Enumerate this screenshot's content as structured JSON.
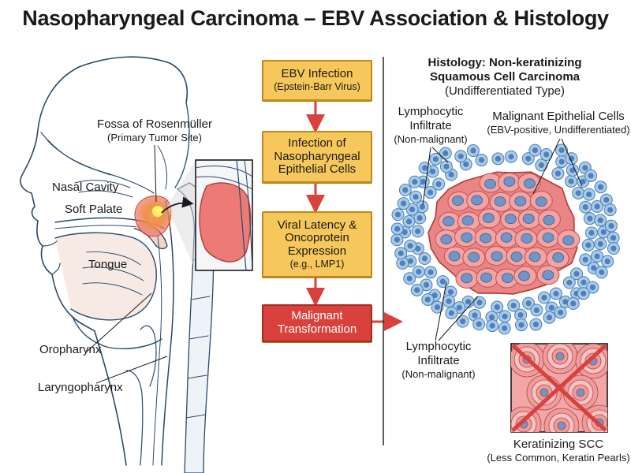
{
  "title": "Nasopharyngeal Carcinoma – EBV Association & Histology",
  "anatomy": {
    "fossa_label": "Fossa of Rosenmüller",
    "fossa_sub": "(Primary Tumor Site)",
    "nasal_cavity": "Nasal Cavity",
    "soft_palate": "Soft Palate",
    "tongue": "Tongue",
    "oropharynx": "Oropharynx",
    "laryngopharynx": "Laryngopharynx"
  },
  "flow": {
    "steps": [
      {
        "line1": "EBV Infection",
        "line2": "(Epstein-Barr Virus)"
      },
      {
        "line1": "Infection of Nasopharyngeal Epithelial Cells",
        "line2": ""
      },
      {
        "line1": "Viral Latency & Oncoprotein Expression",
        "line2": "(e.g., LMP1)"
      },
      {
        "line1": "Malignant Transformation",
        "line2": ""
      }
    ]
  },
  "histology": {
    "heading1": "Histology: Non-keratinizing",
    "heading2": "Squamous Cell Carcinoma",
    "heading3": "(Undifferentiated Type)",
    "lymph_top_1": "Lymphocytic",
    "lymph_top_2": "Infiltrate",
    "lymph_top_3": "(Non-malignant)",
    "malignant_1": "Malignant Epithelial Cells",
    "malignant_2": "(EBV-positive, Undifferentiated)",
    "lymph_bot_1": "Lymphocytic",
    "lymph_bot_2": "Infiltrate",
    "lymph_bot_3": "(Non-malignant)",
    "kscc_1": "Keratinizing SCC",
    "kscc_2": "(Less Common, Keratin Pearls)"
  },
  "colors": {
    "flow_box": "#f6c75a",
    "flow_box_final": "#d8413c",
    "arrow": "#d8413c",
    "tumor": "#e85a5a",
    "lymphocyte": "#a9cbe8",
    "tumor_cell": "#f2a3a3",
    "nucleus": "#6f95c9"
  }
}
